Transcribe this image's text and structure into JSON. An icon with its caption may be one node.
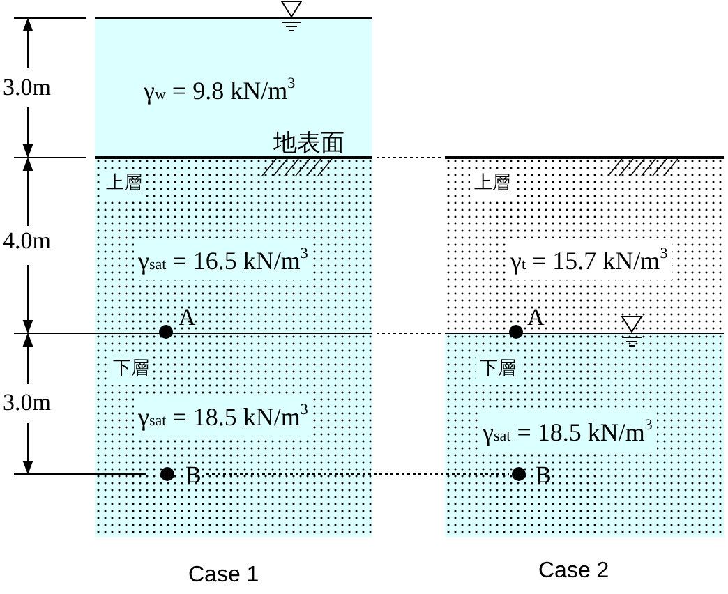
{
  "diagram": {
    "nodes": [
      {
        "text": [
          "γ$_{w}$ = 9.8 kN/m$^{3}$"
        ]
      },
      {
        "text": [
          "上層",
          "γ$_{sat}$ = 16.5 kN/m$^{3}$"
        ]
      },
      {
        "text": [
          "下層",
          "γ$_{sat}$ = 18.5 kN/m$^{3}$"
        ]
      },
      {
        "text": [
          "上層",
          "γ$_{t}$ = 15.7 kN/m$^{3}$"
        ]
      },
      {
        "text": [
          "下層",
          "γ$_{sat}$ = 18.5 kN/m$^{3}$"
        ]
      }
    ],
    "edges": [],
    "labels": [
      "3.0m",
      "地表面",
      "4.0m",
      "A",
      "A",
      "3.0m",
      "B",
      "B",
      "Case 1",
      "Case 2"
    ]
  }
}
